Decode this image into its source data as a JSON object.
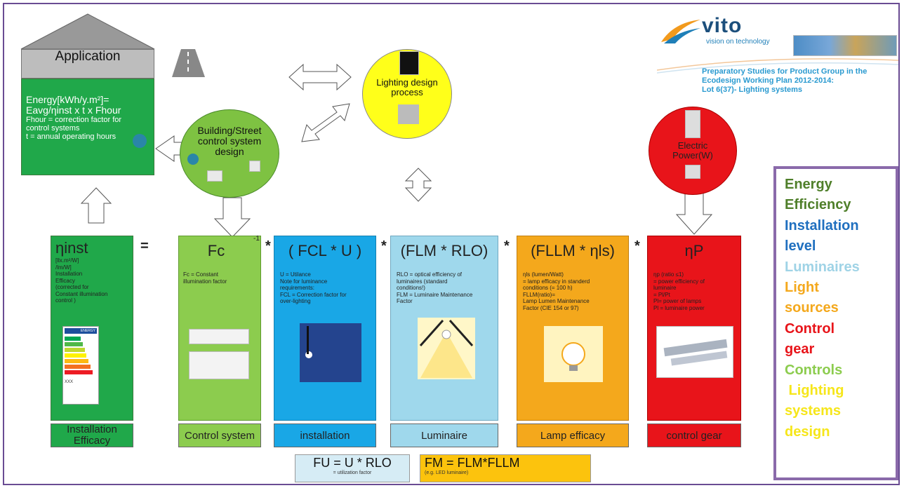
{
  "application": {
    "title": "Application"
  },
  "energy": {
    "line1": "Energy[kWh/y.m²]=",
    "line2": "Eavg/ηinst x t x Fhour",
    "line3": "Fhour = correction factor for",
    "line4": "control systems",
    "line5": "t = annual operating hours"
  },
  "bubbles": {
    "building": [
      "Building/Street",
      "control system",
      "design"
    ],
    "lighting": [
      "Lighting design",
      "process"
    ],
    "electric": [
      "Electric",
      "Power(W)"
    ]
  },
  "vito": {
    "name": "vito",
    "tagline": "vision on technology",
    "study": [
      "Preparatory Studies for Product Group in the",
      "Ecodesign Working Plan 2012-2014:",
      "Lot 6(37)- Lighting systems"
    ]
  },
  "columns": {
    "inst": {
      "title": "ηinst",
      "text": [
        "[llx.m²/W]",
        "/lm/W]",
        "Installation",
        "Efficacy",
        "(corrected for",
        "Constant illumination",
        "control )"
      ],
      "label": [
        "Installation",
        "Efficacy"
      ],
      "energy_label": "ENERGY",
      "energy_label_footer": "XXX"
    },
    "fc": {
      "title": "Fc",
      "exponent": "-1",
      "text": [
        "Fc = Constant",
        "illumination factor"
      ],
      "label": "Control system"
    },
    "fcl": {
      "title": "( FCL * U )",
      "text": [
        "U = Utilance",
        "Note for luminance",
        "requirements:",
        "FCL = Correction factor for",
        "over-lighting"
      ],
      "label": "installation"
    },
    "flm": {
      "title": "(FLM * RLO)",
      "text": [
        "RLO = optical efficiency of",
        "luminaires (standard",
        "conditions!)",
        "FLM = Luminaire Maintenance",
        "Factor"
      ],
      "label": "Luminaire"
    },
    "fllm": {
      "title": "(FLLM * ηls)",
      "text": [
        "ηls (lumen/Watt)",
        "= lamp efficacy in standerd",
        "conditions (= 100 h)",
        "FLLM(ratio)=",
        "Lamp Lumen Maintenance",
        "Factor (CIE 154 or 97)"
      ],
      "label": "Lamp efficacy"
    },
    "np": {
      "title": "ηP",
      "text": [
        "ηp (ratio ≤1)",
        "= power efficiency of",
        "luminaire",
        "= Pl/Pt",
        "Pl= power of lamps",
        "Pl = luminaire power"
      ],
      "label": "control gear"
    }
  },
  "operators": {
    "eq": "=",
    "mul": "*"
  },
  "formulas": {
    "fu": "FU = U * RLO",
    "fu_sub": "= utilization factor",
    "fm": "FM = FLM*FLLM",
    "fm_sub": "(e.g. LED luminaire)"
  },
  "legend": [
    {
      "text": "Energy",
      "color": "#4f7f2a"
    },
    {
      "text": "Efficiency",
      "color": "#4f7f2a"
    },
    {
      "text": "Installation",
      "color": "#1f6fbf"
    },
    {
      "text": "level",
      "color": "#1f6fbf"
    },
    {
      "text": "Luminaires",
      "color": "#9fd3e6"
    },
    {
      "text": "Light",
      "color": "#f4a81c"
    },
    {
      "text": "sources",
      "color": "#f4a81c"
    },
    {
      "text": "Control",
      "color": "#e8141a"
    },
    {
      "text": "gear",
      "color": "#e8141a"
    },
    {
      "text": "Controls",
      "color": "#8ccc4e"
    },
    {
      "text": " Lighting",
      "color": "#f6e61a"
    },
    {
      "text": "systems",
      "color": "#f6e61a"
    },
    {
      "text": "design",
      "color": "#f6e61a"
    }
  ]
}
